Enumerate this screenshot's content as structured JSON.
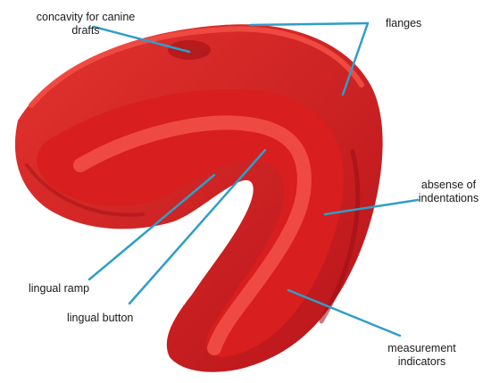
{
  "colors": {
    "mouthguard": "#d81e1e",
    "mouthguard_shadow": "#9a0f14",
    "mouthguard_highlight": "#ef4a42",
    "leader_line": "#2f9ec9",
    "text": "#1a1a1a",
    "background": "#ffffff"
  },
  "labels": {
    "canine_concavity": {
      "line1": "concavity for canine",
      "line2": "drafts"
    },
    "flanges": "flanges",
    "indentations": {
      "line1": "absense of",
      "line2": "indentations"
    },
    "lingual_ramp": "lingual ramp",
    "lingual_button": "lingual button",
    "measurement": {
      "line1": "measurement",
      "line2": "indicators"
    }
  }
}
